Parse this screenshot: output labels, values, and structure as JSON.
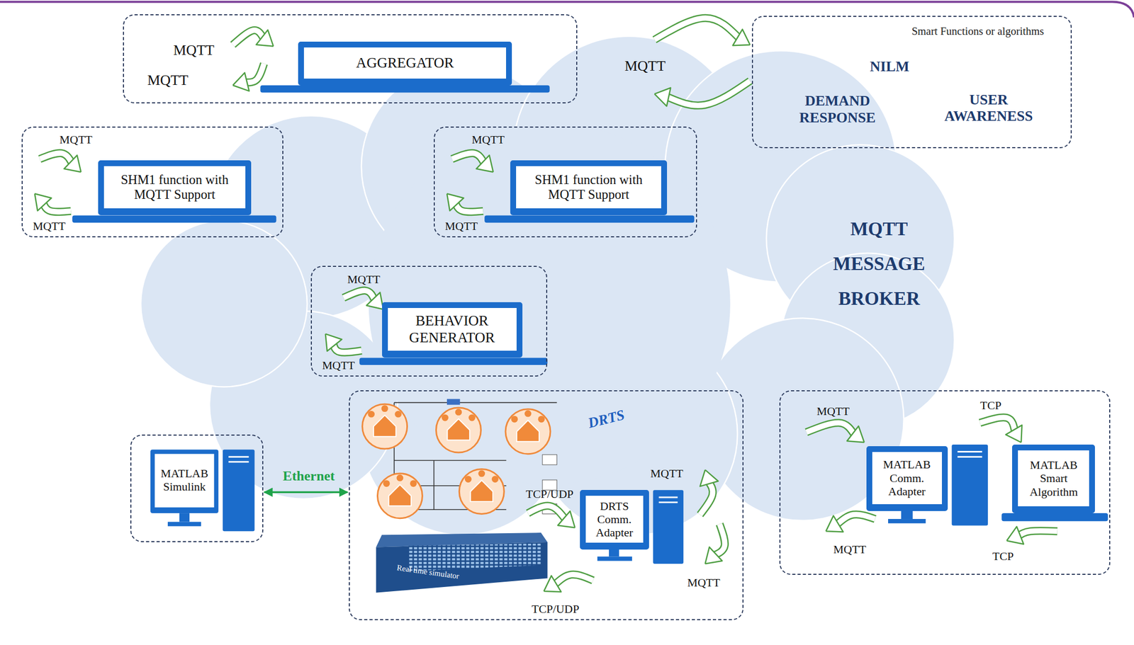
{
  "diagram": {
    "nodes": [
      {
        "text": [
          "MQTT MESSAGE BROKER"
        ]
      },
      {
        "text": [
          "MQTT",
          "MQTT"
        ]
      },
      {
        "text": [
          "AGGREGATOR"
        ],
        "in": 1
      },
      {
        "text": [
          "Smart Functions or algorithms",
          "NILM",
          "DEMAND RESPONSE",
          "USER AWARENESS"
        ]
      },
      {
        "text": [
          "MQTT",
          "MQTT"
        ]
      },
      {
        "text": [
          "SHM1 function with MQTT Support"
        ],
        "in": 4
      },
      {
        "text": [
          "MQTT",
          "MQTT"
        ]
      },
      {
        "text": [
          "SHM1 function with MQTT Support"
        ],
        "in": 6
      },
      {
        "text": [
          "MQTT",
          "MQTT"
        ]
      },
      {
        "text": [
          "BEHAVIOR GENERATOR"
        ],
        "in": 8
      },
      {
        "text": [
          "MATLAB Simulink"
        ]
      },
      {
        "text": [
          "DRTS",
          "TCP/UDP",
          "TCP/UDP",
          "MQTT",
          "MQTT",
          "Real time simulator"
        ]
      },
      {
        "text": [
          "DRTS Comm. Adapter"
        ],
        "in": 11
      },
      {
        "text": [
          "MQTT",
          "TCP",
          "MQTT",
          "TCP"
        ]
      },
      {
        "text": [
          "MATLAB Comm. Adapter"
        ],
        "in": 13
      },
      {
        "text": [
          "MATLAB Smart Algorithm"
        ],
        "in": 13
      }
    ],
    "edges": [
      {
        "from": 0,
        "to": 3,
        "arrow": "to",
        "label": "MQTT"
      },
      {
        "from": 3,
        "to": 0,
        "arrow": "to"
      },
      {
        "from": 10,
        "to": 11,
        "arrow": "both",
        "label": "Ethernet"
      }
    ]
  }
}
